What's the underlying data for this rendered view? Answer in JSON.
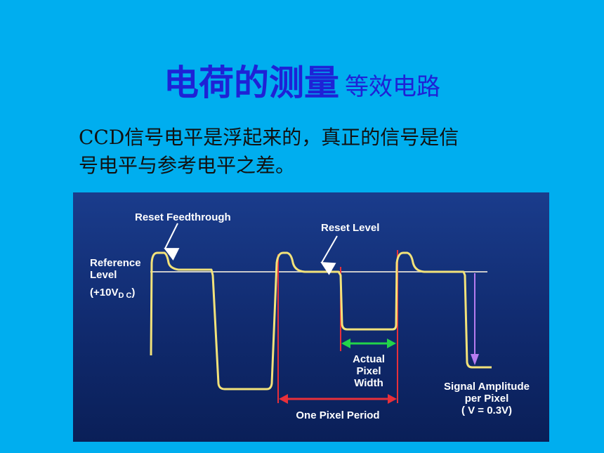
{
  "header": {
    "title_main": "电荷的测量",
    "title_sub": "等效电路"
  },
  "body": {
    "line1": "CCD信号电平是浮起来的，真正的信号是信",
    "line2": "号电平与参考电平之差。"
  },
  "diagram": {
    "labels": {
      "reset_feedthrough": "Reset Feedthrough",
      "reset_level": "Reset Level",
      "reference_level_1": "Reference",
      "reference_level_2": "Level",
      "reference_level_3": "(+10V",
      "reference_level_sub": "D C",
      "reference_level_4": ")",
      "actual_pixel_1": "Actual",
      "actual_pixel_2": "Pixel",
      "actual_pixel_3": "Width",
      "one_pixel_period": "One Pixel Period",
      "signal_amp_1": "Signal Amplitude",
      "signal_amp_2": "per Pixel",
      "signal_amp_3": "( V = 0.3V)"
    },
    "colors": {
      "background": "#0F2A6E",
      "waveform": "#F2E27A",
      "reference_line": "#C9C9C9",
      "pixel_period_arrow": "#E8303A",
      "pixel_width_arrow": "#22D34A",
      "amplitude_arrow": "#B57CF0",
      "pointer_arrow": "#FFFFFF"
    }
  }
}
